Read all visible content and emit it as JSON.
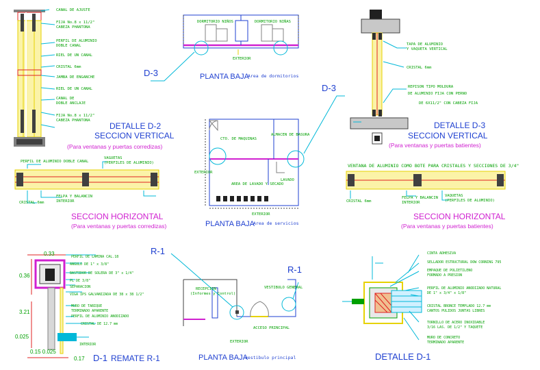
{
  "colors": {
    "background": "#ffffff",
    "label_blue": "#1e3fd0",
    "note_green": "#00a000",
    "leader_cyan": "#00b8d8",
    "frame_yellow": "#e6d200",
    "frame_magenta": "#d020d0",
    "steel_red": "#e02020",
    "orange": "#f09000",
    "gray": "#808080"
  },
  "d2": {
    "notes": [
      "CANAL DE AJUSTE",
      "FIJA No.8 x 11/2\"",
      "CABEZA PHANTONA",
      "PERFIL DE ALUMINIO",
      "DOBLE CANAL",
      "RIEL DE UN CANAL",
      "CRISTAL 6mm",
      "JAMBA DE ENGANCHE",
      "RIEL DE UN CANAL",
      "CANAL DE",
      "DOBLE ANCLAJE",
      "FIJA No.8 x 11/2\"",
      "CABEZA PHANTONA"
    ],
    "title": "DETALLE D-2",
    "subtitle": "SECCION VERTICAL",
    "caption": "(Para ventanas y puertas corredizas)",
    "h_notes": [
      "PERFIL DE ALUMINIO DOBLE CANAL",
      "VAGUETAS",
      "(PERFILES DE ALUMINIO)",
      "FELPA Y BALANCIN",
      "INTERIOR",
      "CRISTAL 6mm"
    ],
    "h_title": "SECCION HORIZONTAL",
    "h_caption": "(Para ventanas y puertas corredizas)"
  },
  "plan1": {
    "rooms": [
      "DORMITORIO NIÑOS",
      "DORMITORIO NIÑAS"
    ],
    "exterior": "EXTERIOR",
    "detail_tag": "D-3",
    "title": "PLANTA BAJA",
    "area": "Area de dormitorios"
  },
  "plan2": {
    "detail_tag": "D-3",
    "rooms": [
      "CTO. DE MAQUINAS",
      "ALMACEN DE BASURA",
      "AREA DE LAVADO Y SECADO",
      "LAVADO"
    ],
    "exterior": "EXTERIOR",
    "exterior_bottom": "EXTERIOR",
    "title": "PLANTA BAJA",
    "area": "Area de servicios"
  },
  "d3": {
    "notes": [
      "TAPA DE ALUMINIO",
      "Y VAQUETA VERTICAL",
      "CRISTAL 6mm",
      "REPISON TIPO MOLDURA",
      "DE ALUMINIO FIJA CON PERNO",
      "DE 6X11/2\" CON CABEZA FIJA"
    ],
    "title": "DETALLE D-3",
    "subtitle": "SECCION VERTICAL",
    "caption": "(Para ventanas y puertas batientes)",
    "h_header": "VENTANA DE ALUMINIO COMO BOTE PARA CRISTALES Y SECCIONES DE 3/4\"",
    "h_notes": [
      "CRISTAL 6mm",
      "FELPA Y BALANCIN",
      "INTERIOR",
      "VAQUETAS",
      "(PERFILES DE ALUMINIO)"
    ],
    "h_title": "SECCION HORIZONTAL",
    "h_caption": "(Para ventanas y puertas batientes)"
  },
  "remate": {
    "dims": [
      "0.33",
      "0.36",
      "3.21",
      "0.025",
      "0.15 0.025",
      "0.17"
    ],
    "notes": [
      "PERFIL DE LAMINA CAL.18",
      "ANGULO DE 1\" x 3/8\"",
      "BASTIDOR DE SOLERA DE 3\" x 1/4\"",
      "PL DE 3/8\"",
      "SEPARACION",
      "VIGA IPS GALVANIZADA DE 38 x 38 1/2\"",
      "MURO DE TABIQUE",
      "TERMINADO APARENTE",
      "PERFIL DE ALUMINIO ANODIZADO",
      "CRISTAL DE 12.7 mm",
      "INTERIOR"
    ],
    "title_tag": "D-1",
    "title": "REMATE R-1"
  },
  "plan3": {
    "tag_left": "R-1",
    "tag_right": "R-1",
    "room_left": "RECEPCION",
    "room_left_sub": "(Informes y Control)",
    "room_right": "VESTIBULO GENERAL",
    "access": "ACCESO PRINCIPAL",
    "exterior": "EXTERIOR",
    "title": "PLANTA BAJA",
    "area": "vestibulo principal"
  },
  "d1": {
    "notes": [
      "CINTA ADHESIVA",
      "SELLADOR ESTRUCTURAL DOW CORNING 795",
      "EMPAQUE DE POLIETILENO",
      "FORMADO A PRESION",
      "PERFIL DE ALUMINIO ANODIZADO NATURAL",
      "DE 1\" x 3/4\" x 1/8\"",
      "CRISTAL BRONCE TEMPLADO 12.7 mm",
      "CANTOS PULIDOS JUNTAS LIBRES",
      "TORNILLO DE ACERO INOXIDABLE",
      "3/16 LAS. DE 1/2\" Y TAQUETE",
      "MURO DE CONCRETO",
      "TERMINADO APARENTE"
    ],
    "title": "DETALLE D-1"
  }
}
